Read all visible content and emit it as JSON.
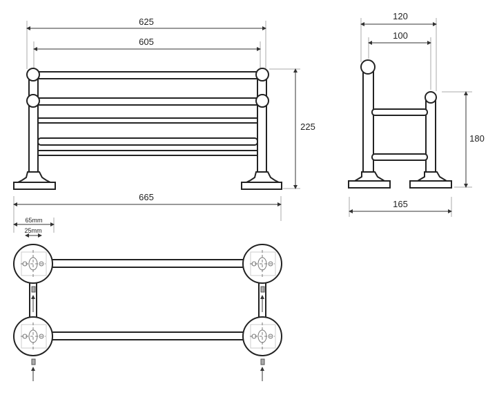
{
  "front_view": {
    "width_outer": "625",
    "width_inner": "605",
    "height": "225",
    "width_base": "665"
  },
  "side_view": {
    "depth_outer": "120",
    "depth_inner": "100",
    "height": "180",
    "depth_base": "165"
  },
  "top_view": {
    "fixing_width": "65mm",
    "hole_spacing": "25mm"
  }
}
